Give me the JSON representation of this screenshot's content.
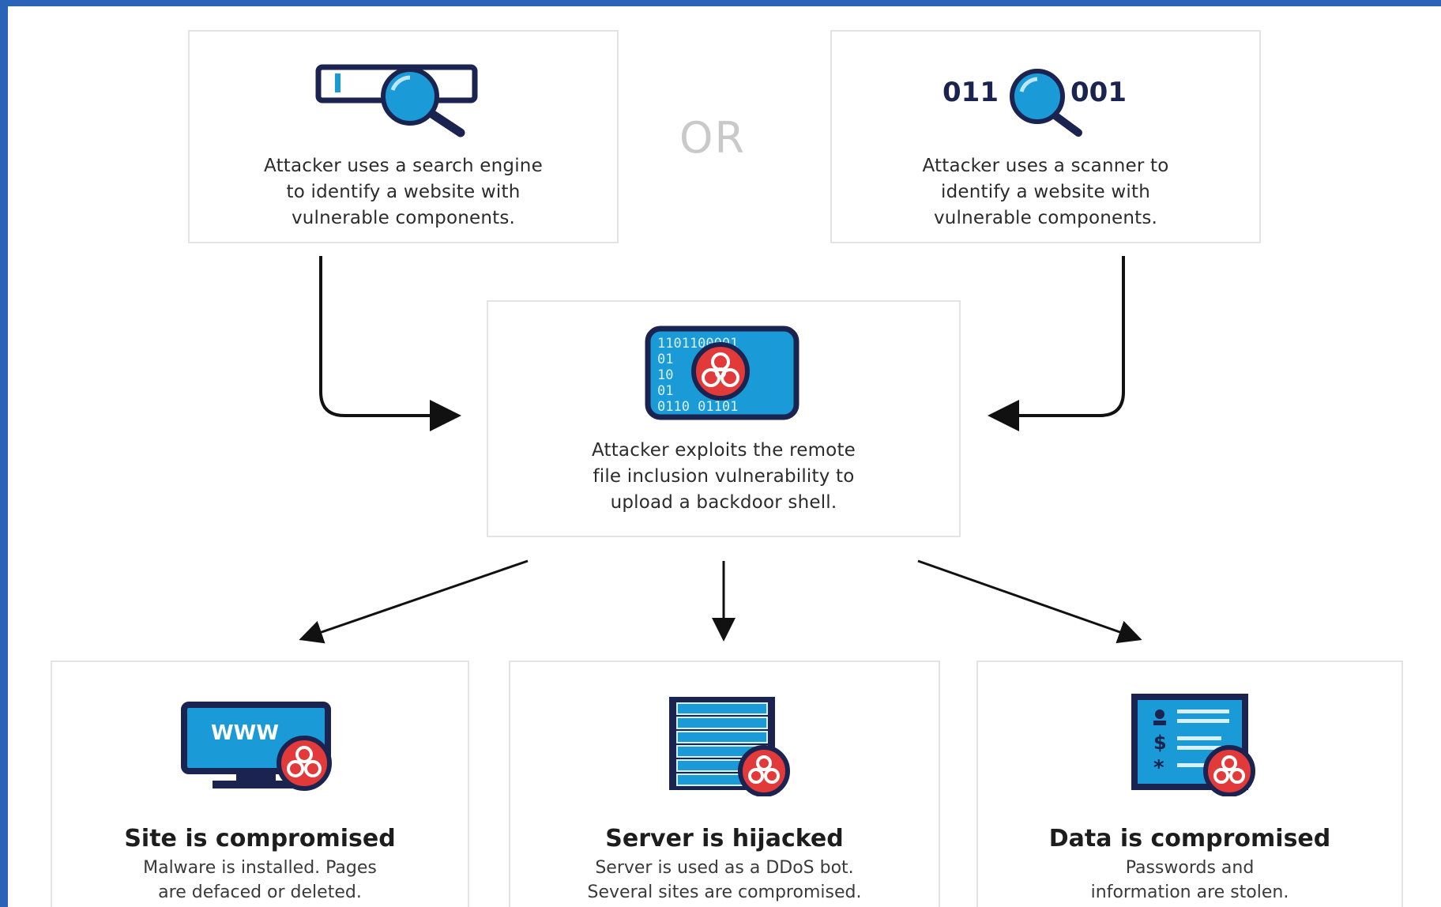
{
  "connector": "OR",
  "top_left": {
    "icon": "search-engine-icon",
    "text": [
      "Attacker uses a search engine",
      "to identify a website with",
      "vulnerable components."
    ]
  },
  "top_right": {
    "icon": "binary-scanner-icon",
    "icon_text_left": "011",
    "icon_text_right": "001",
    "text": [
      "Attacker uses a scanner to",
      "identify a website with",
      "vulnerable components."
    ]
  },
  "middle": {
    "icon": "biohazard-code-icon",
    "code_lines": [
      "1101100001",
      "01    110",
      "10      10",
      "01     01",
      "0110 01101"
    ],
    "text": [
      "Attacker exploits the remote",
      "file inclusion vulnerability to",
      "upload a backdoor shell."
    ]
  },
  "outcomes": [
    {
      "icon": "website-biohazard-icon",
      "screen_text": "WWW",
      "title": "Site is compromised",
      "sub": [
        "Malware is installed. Pages",
        "are defaced or deleted."
      ]
    },
    {
      "icon": "server-biohazard-icon",
      "title": "Server is hijacked",
      "sub": [
        "Server is used as a DDoS bot.",
        "Several sites are compromised."
      ]
    },
    {
      "icon": "document-biohazard-icon",
      "doc_symbols": [
        "$",
        "*"
      ],
      "title": "Data is compromised",
      "sub": [
        "Passwords and",
        "information are stolen."
      ]
    }
  ],
  "colors": {
    "background": "#2a63b8",
    "accent_blue": "#1a9ad6",
    "navy": "#1b2450",
    "hazard_red": "#e23a3a"
  }
}
